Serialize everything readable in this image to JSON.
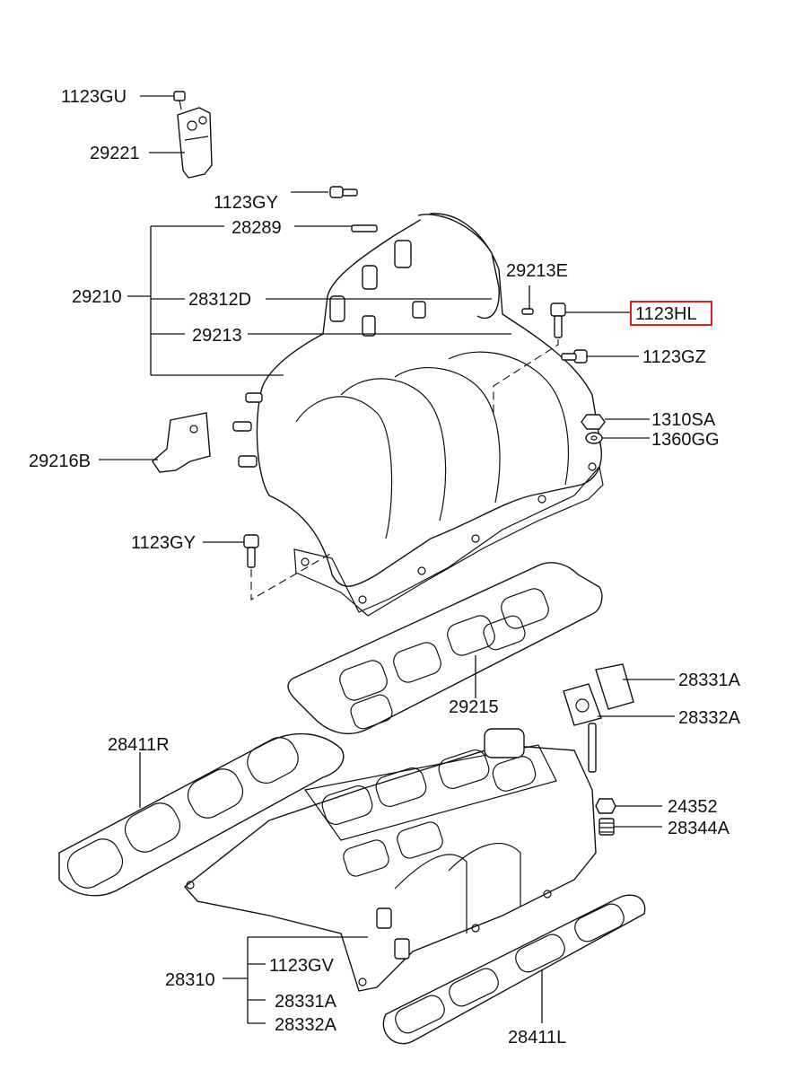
{
  "labels": {
    "p_1123GU": "1123GU",
    "p_29221": "29221",
    "p_1123GY_top": "1123GY",
    "p_28289": "28289",
    "p_29210": "29210",
    "p_28312D": "28312D",
    "p_29213E": "29213E",
    "p_1123HL": "1123HL",
    "p_29213": "29213",
    "p_1123GZ": "1123GZ",
    "p_1310SA": "1310SA",
    "p_1360GG": "1360GG",
    "p_29216B": "29216B",
    "p_1123GY_mid": "1123GY",
    "p_28331A_top": "28331A",
    "p_29215": "29215",
    "p_28332A_top": "28332A",
    "p_28411R": "28411R",
    "p_24352": "24352",
    "p_28344A": "28344A",
    "p_28310": "28310",
    "p_1123GV": "1123GV",
    "p_28331A_bot": "28331A",
    "p_28332A_bot": "28332A",
    "p_28411L": "28411L"
  },
  "highlight": {
    "label": "1123HL",
    "color": "#e02020"
  }
}
